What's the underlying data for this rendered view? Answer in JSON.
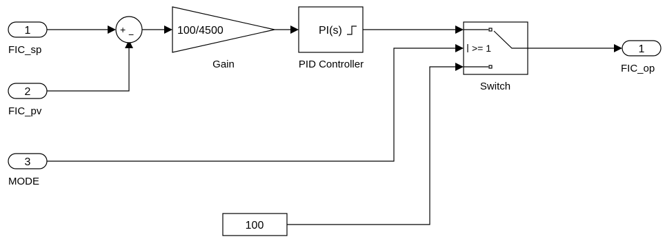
{
  "ports": {
    "fic_sp": {
      "number": "1",
      "name": "FIC_sp"
    },
    "fic_pv": {
      "number": "2",
      "name": "FIC_pv"
    },
    "mode": {
      "number": "3",
      "name": "MODE"
    },
    "fic_op": {
      "number": "1",
      "name": "FIC_op"
    }
  },
  "sum": {
    "plus": "+",
    "minus": "−"
  },
  "gain": {
    "value": "100/4500",
    "name": "Gain"
  },
  "pid": {
    "text": "PI(s)",
    "name": "PID Controller"
  },
  "switch": {
    "threshold": ">= 1",
    "name": "Switch"
  },
  "constant": {
    "value": "100"
  }
}
